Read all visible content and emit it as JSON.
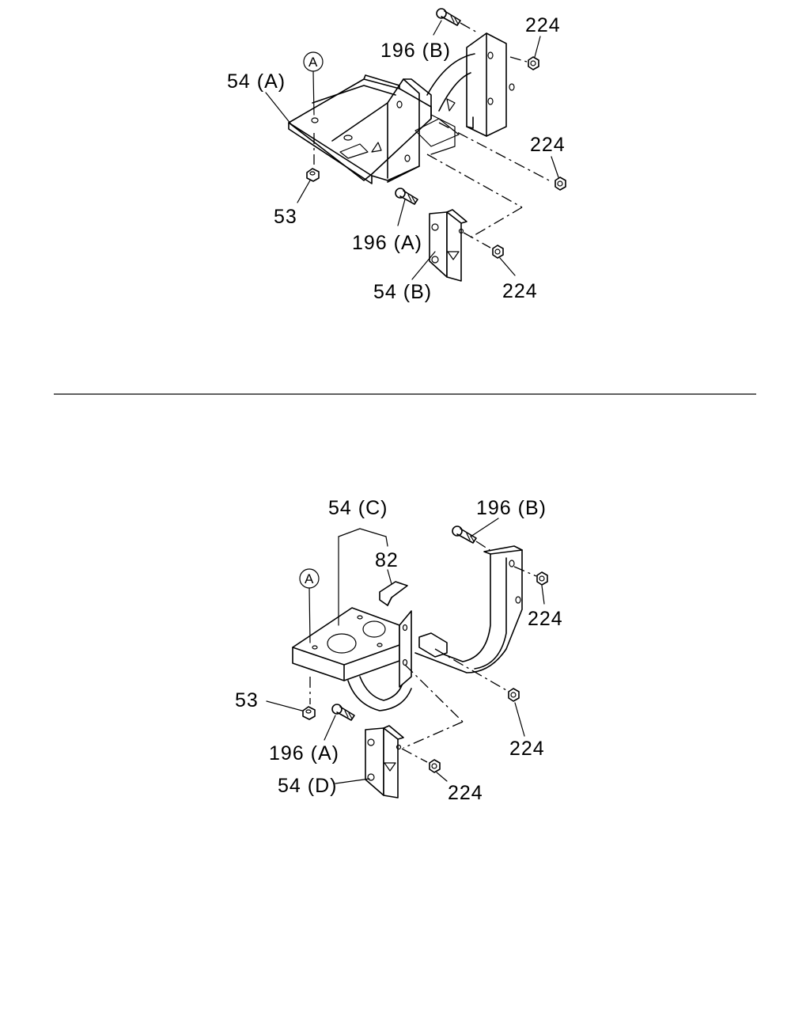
{
  "diagrams": [
    {
      "labels": {
        "l196b": "196 (B)",
        "l224a": "224",
        "l54a": "54 (A)",
        "lA": "A",
        "l224b": "224",
        "l53": "53",
        "l196a": "196 (A)",
        "l54b": "54 (B)",
        "l224c": "224"
      }
    },
    {
      "labels": {
        "l54c": "54 (C)",
        "l196b": "196 (B)",
        "l82": "82",
        "lA": "A",
        "l224a": "224",
        "l53": "53",
        "l224b": "224",
        "l196a": "196 (A)",
        "l54d": "54 (D)",
        "l224c": "224"
      }
    }
  ]
}
